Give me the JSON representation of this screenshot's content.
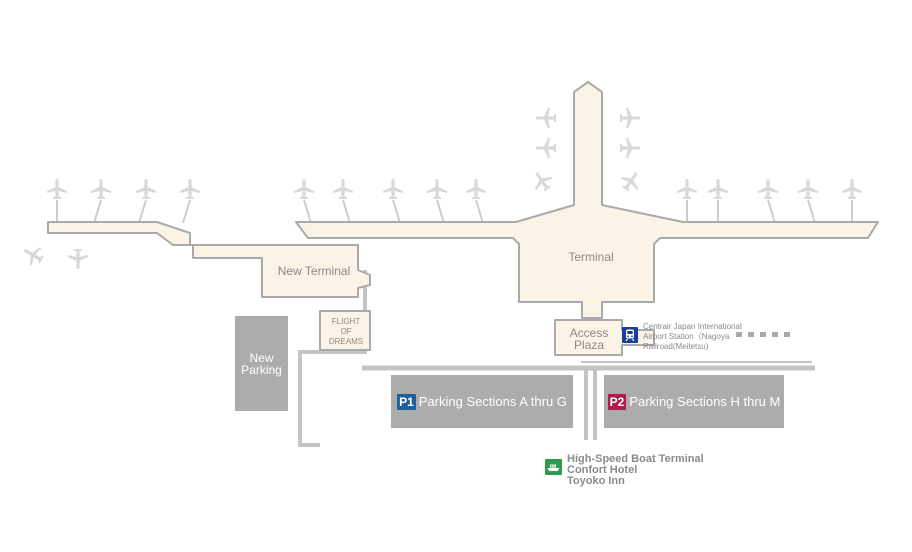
{
  "colors": {
    "building_fill": "#fbf4e6",
    "building_stroke": "#aaaaaa",
    "plane": "#d9d9d9",
    "parking_block": "#acacac",
    "label": "#8a8a8a",
    "p1_badge": "#1f5f9b",
    "p2_badge": "#b01b47",
    "station_icon": "#1b3f96",
    "boat_icon": "#2e9c4a"
  },
  "map": {
    "terminal_label": "Terminal",
    "new_terminal_label": "New Terminal",
    "flight_of_dreams": [
      "FLIGHT",
      "OF",
      "DREAMS"
    ],
    "access_plaza": [
      "Access",
      "Plaza"
    ]
  },
  "parking": {
    "new_parking": [
      "New",
      "Parking"
    ],
    "p1": {
      "badge": "P1",
      "label": "Parking Sections A thru G"
    },
    "p2": {
      "badge": "P2",
      "label": "Parking Sections H thru M"
    }
  },
  "station": {
    "icon": "train-icon",
    "lines": [
      "Centrair Japan International",
      "Airport Station（Nagoya",
      "Railroad(Meitetsu)"
    ]
  },
  "destinations": {
    "icon": "boat-icon",
    "lines": [
      "High-Speed Boat Terminal",
      "Confort Hotel",
      "Toyoko Inn"
    ]
  }
}
